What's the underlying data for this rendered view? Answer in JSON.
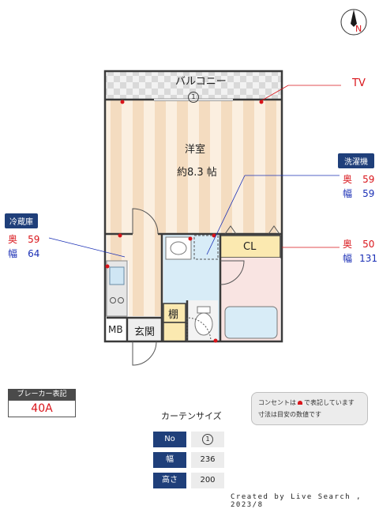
{
  "rooms": {
    "balcony": "バルコニー",
    "balcony_window_no": "1",
    "western_room": "洋室",
    "western_room_size": "約8.3 帖",
    "closet": "CL",
    "shelf": "棚",
    "entrance": "玄関",
    "mb": "MB"
  },
  "tv": {
    "label": "TV"
  },
  "washer": {
    "tag": "洗濯機",
    "depth_label": "奥",
    "depth_value": "59",
    "width_label": "幅",
    "width_value": "59"
  },
  "fridge": {
    "tag": "冷蔵庫",
    "depth_label": "奥",
    "depth_value": "59",
    "width_label": "幅",
    "width_value": "64"
  },
  "closet_dims": {
    "depth_label": "奥",
    "depth_value": "50",
    "width_label": "幅",
    "width_value": "131"
  },
  "compass": {
    "north": "N"
  },
  "breaker": {
    "title": "ブレーカー表記",
    "value": "40A"
  },
  "note": {
    "line1_a": "コンセントは",
    "line1_b": "で表記しています",
    "line2": "寸法は目安の数値です"
  },
  "curtain": {
    "title": "カーテンサイズ",
    "rows": [
      {
        "key": "No",
        "value": "1"
      },
      {
        "key": "幅",
        "value": "236"
      },
      {
        "key": "高さ",
        "value": "200"
      }
    ]
  },
  "credit": "Created by Live Search , 2023/8",
  "colors": {
    "wall": "#3a3a3a",
    "room_stripe_a": "#f4dcc0",
    "room_stripe_b": "#fbefe0",
    "wet_area": "#d8ecf7",
    "closet": "#fbe9b0",
    "outlet": "#d9141a",
    "tag_bg": "#1f3f7a"
  }
}
